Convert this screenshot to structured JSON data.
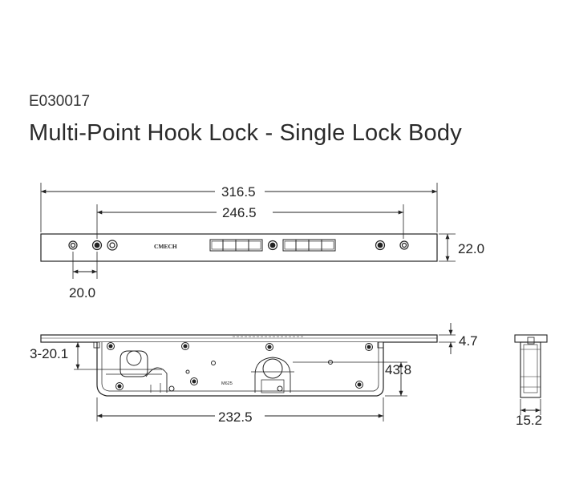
{
  "header": {
    "product_code": "E030017",
    "title": "Multi-Point Hook Lock - Single Lock Body"
  },
  "drawing": {
    "brand_mark": "CMECH",
    "case_mark": "M625",
    "dimensions": {
      "overall_length": "316.5",
      "hole_spacing": "246.5",
      "faceplate_height": "22.0",
      "hole_offset": "20.0",
      "faceplate_thickness": "4.7",
      "hook_spec": "3-20.1",
      "body_depth": "43.8",
      "body_length": "232.5",
      "body_thickness": "15.2"
    }
  }
}
